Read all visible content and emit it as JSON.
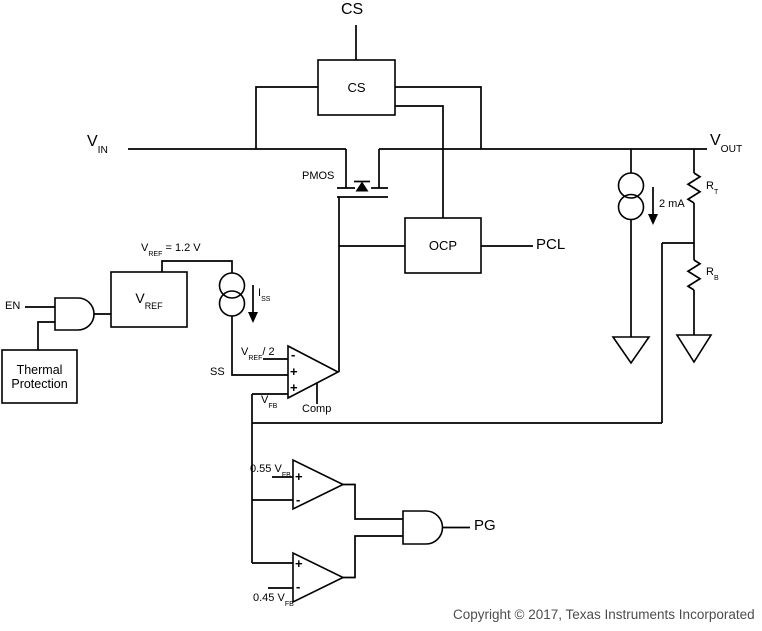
{
  "pins": {
    "cs_top": "CS",
    "vin": {
      "pre": "V",
      "sub": "IN"
    },
    "vout": {
      "pre": "V",
      "sub": "OUT"
    },
    "pcl": "PCL",
    "pg": "PG",
    "en": "EN",
    "ss": "SS",
    "comp": "Comp"
  },
  "boxes": {
    "cs": "CS",
    "ocp": "OCP",
    "vref": {
      "pre": "V",
      "sub": "REF"
    },
    "thermal": {
      "line1": "Thermal",
      "line2": "Protection"
    }
  },
  "labels": {
    "pmos": "PMOS",
    "vref_value": {
      "pre": "V",
      "sub": "REF",
      "post": " = 1.2 V"
    },
    "vref_half": {
      "pre": "V",
      "sub": "REF",
      "post": "/ 2"
    },
    "vfb": {
      "pre": "V",
      "sub": "FB"
    },
    "iss": {
      "pre": "I",
      "sub": "SS"
    },
    "current_2ma": "2 mA",
    "rt": {
      "pre": "R",
      "sub": "T"
    },
    "rb": {
      "pre": "R",
      "sub": "B"
    },
    "ovp_threshold": {
      "pre": "0.55 V",
      "sub": "FB"
    },
    "uvp_threshold": {
      "pre": "0.45 V",
      "sub": "FB"
    }
  },
  "amp_symbols": {
    "plus": "+",
    "minus": "-"
  },
  "footer": {
    "copyright": "Copyright © 2017, Texas Instruments Incorporated"
  },
  "colors": {
    "line": "#000000",
    "background": "#ffffff",
    "copyright_text": "#4d4d4d"
  }
}
